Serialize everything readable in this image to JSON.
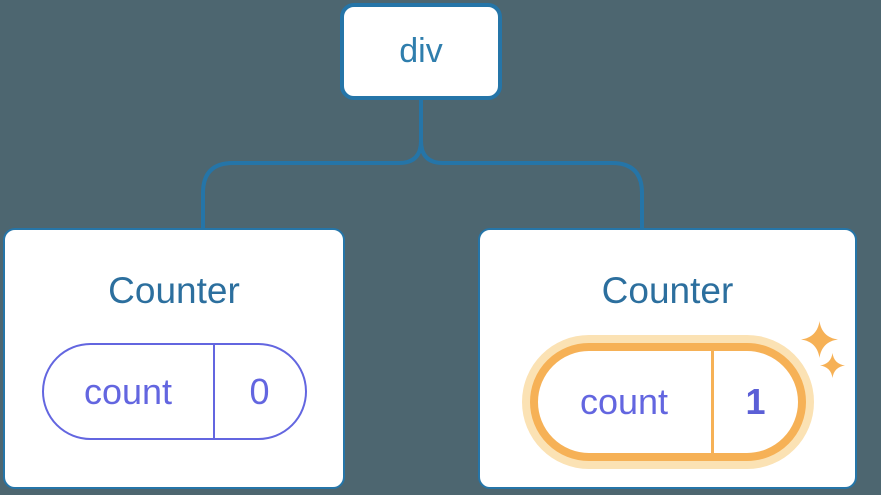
{
  "diagram": {
    "description": "React component tree with state",
    "background_color": "#4d6670",
    "connector_color": "#2575a8",
    "root": {
      "label": "div"
    },
    "children": [
      {
        "title": "Counter",
        "state_label": "count",
        "state_value": "0",
        "highlighted": false
      },
      {
        "title": "Counter",
        "state_label": "count",
        "state_value": "1",
        "highlighted": true
      }
    ],
    "colors": {
      "card_background": "#ffffff",
      "node_border_blue": "#2575a8",
      "node_text_blue": "#2c6f9e",
      "state_purple": "#6366e0",
      "highlight_orange": "#f6b156",
      "highlight_glow": "#fbe2b4"
    },
    "icons": {
      "sparkles": "sparkle-icon"
    }
  }
}
